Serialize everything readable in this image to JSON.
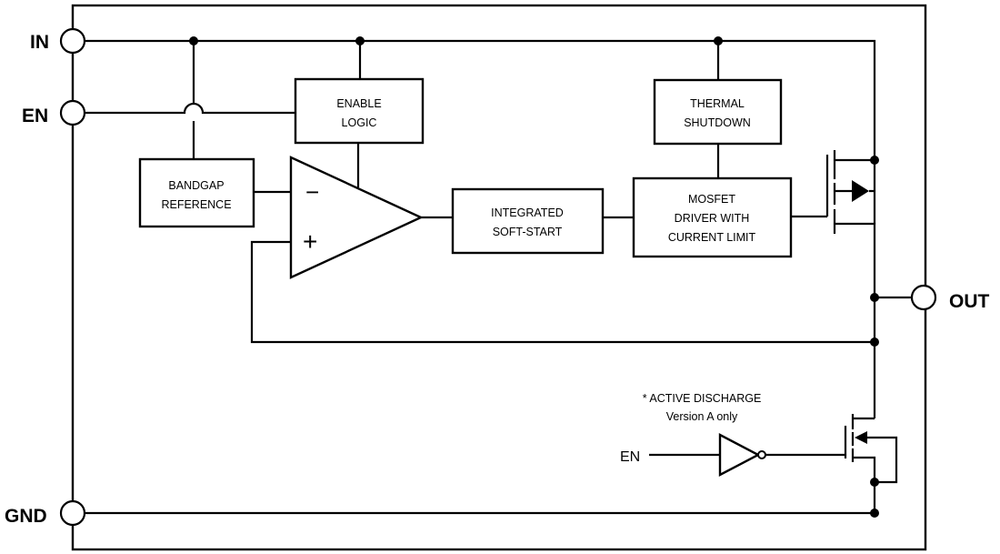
{
  "pins": {
    "in": "IN",
    "en": "EN",
    "gnd": "GND",
    "out": "OUT"
  },
  "blocks": {
    "bandgap": [
      "BANDGAP",
      "REFERENCE"
    ],
    "enable_logic": [
      "ENABLE",
      "LOGIC"
    ],
    "soft_start": [
      "INTEGRATED",
      "SOFT-START"
    ],
    "thermal": [
      "THERMAL",
      "SHUTDOWN"
    ],
    "mosfet_driver": [
      "MOSFET",
      "DRIVER WITH",
      "CURRENT LIMIT"
    ]
  },
  "opamp": {
    "minus": "−",
    "plus": "+"
  },
  "discharge": {
    "title": "* ACTIVE DISCHARGE",
    "subtitle": "Version A only",
    "input_label": "EN"
  }
}
